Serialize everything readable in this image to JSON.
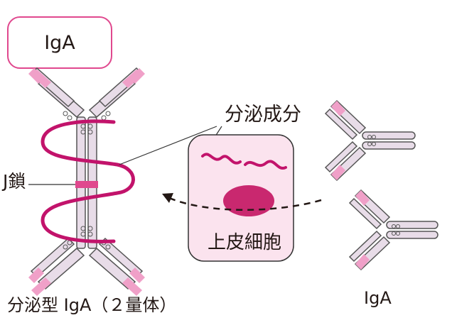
{
  "title_box": {
    "text": "IgA"
  },
  "labels": {
    "secretory_component": "分泌成分",
    "j_chain": "J鎖",
    "epithelial_cell": "上皮細胞",
    "secretory_iga": "分泌型 IgA（２量体）",
    "iga_right": "IgA"
  },
  "colors": {
    "accent": "#e0488e",
    "j_chain": "#c2136b",
    "chain_fill": "#e8dce8",
    "chain_pink": "#f0a0c8",
    "cell_fill": "#fbe3ee",
    "nucleus": "#c9286f",
    "outline": "#4a4a4a"
  }
}
